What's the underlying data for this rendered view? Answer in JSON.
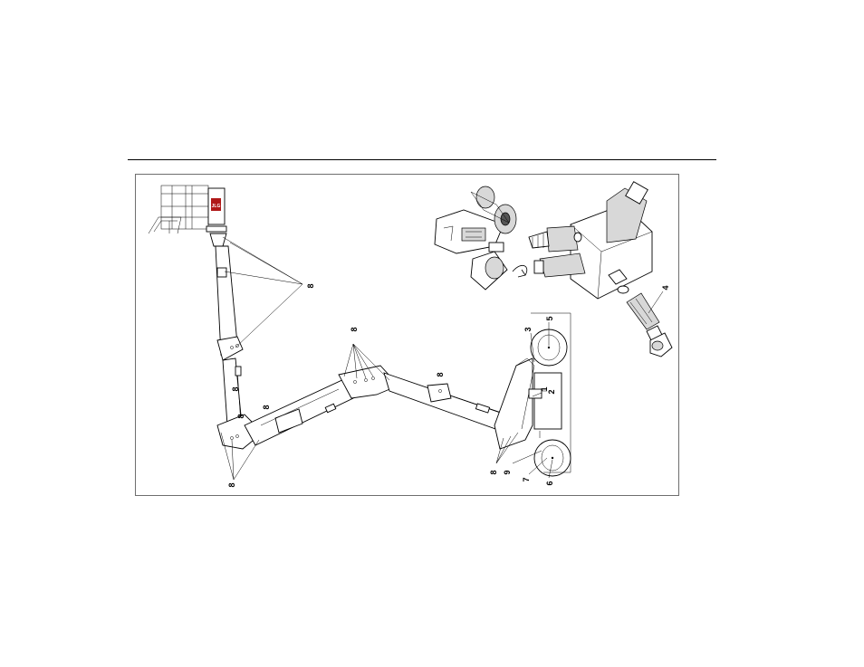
{
  "diagram": {
    "callouts": [
      {
        "id": "c8-basket",
        "label": "8"
      },
      {
        "id": "c8-center",
        "label": "8"
      },
      {
        "id": "c8-upper",
        "label": "8"
      },
      {
        "id": "c8-elbow-a",
        "label": "8"
      },
      {
        "id": "c8-elbow-b",
        "label": "8"
      },
      {
        "id": "c8-elbow-c",
        "label": "8"
      },
      {
        "id": "c8-elbow-bottom",
        "label": "8"
      },
      {
        "id": "c8-base",
        "label": "8"
      },
      {
        "id": "c1",
        "label": "1"
      },
      {
        "id": "c2",
        "label": "2"
      },
      {
        "id": "c3",
        "label": "3"
      },
      {
        "id": "c4",
        "label": "4"
      },
      {
        "id": "c5",
        "label": "5"
      },
      {
        "id": "c6",
        "label": "6"
      },
      {
        "id": "c7",
        "label": "7"
      },
      {
        "id": "c9",
        "label": "9"
      }
    ],
    "logo_text": "JLG"
  }
}
